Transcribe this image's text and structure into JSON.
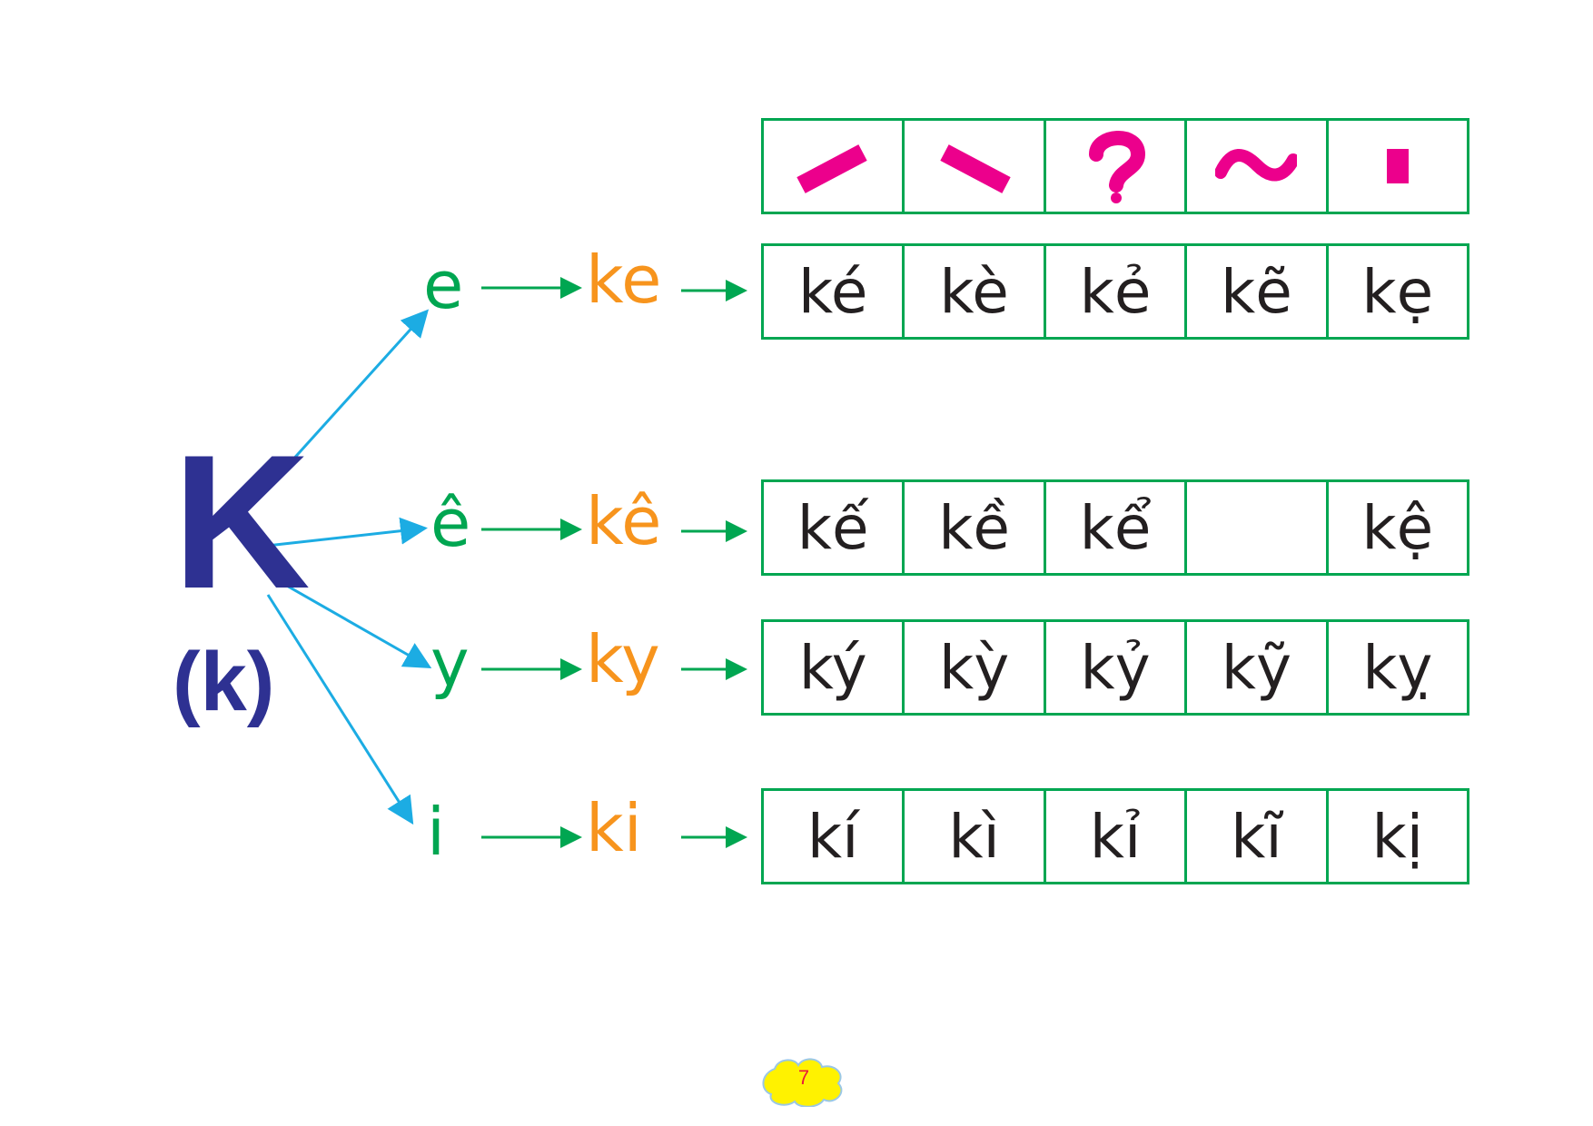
{
  "consonant": {
    "upper": "K",
    "lower": "(k)"
  },
  "tone_marks": [
    {
      "name": "sac-mark-icon"
    },
    {
      "name": "huyen-mark-icon"
    },
    {
      "name": "hoi-mark-icon"
    },
    {
      "name": "nga-mark-icon"
    },
    {
      "name": "nang-mark-icon"
    }
  ],
  "rows": [
    {
      "vowel": "e",
      "syllable": "ke",
      "cells": [
        "ké",
        "kè",
        "kẻ",
        "kẽ",
        "kẹ"
      ]
    },
    {
      "vowel": "ê",
      "syllable": "kê",
      "cells": [
        "kế",
        "kề",
        "kể",
        "",
        "kệ"
      ]
    },
    {
      "vowel": "y",
      "syllable": "ky",
      "cells": [
        "ký",
        "kỳ",
        "kỷ",
        "kỹ",
        "kỵ"
      ]
    },
    {
      "vowel": "i",
      "syllable": "ki",
      "cells": [
        "kí",
        "kì",
        "kỉ",
        "kĩ",
        "kị"
      ]
    }
  ],
  "page_number": "7",
  "colors": {
    "consonant": "#2e3192",
    "vowel": "#00a651",
    "syllable": "#f7941d",
    "tone_mark": "#ec008c",
    "branch_arrow": "#1cace3",
    "grid_border": "#00a651"
  }
}
